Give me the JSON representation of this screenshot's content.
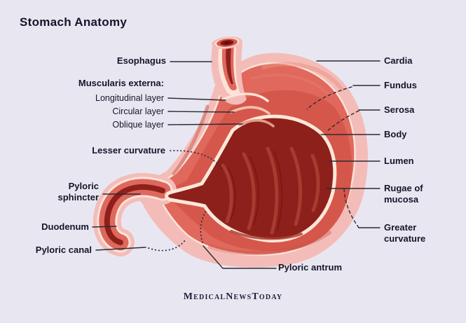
{
  "title": "Stomach Anatomy",
  "brand": "MedicalNewsToday",
  "labels": {
    "esophagus": "Esophagus",
    "muscularis_externa": "Muscularis externa:",
    "longitudinal_layer": "Longitudinal layer",
    "circular_layer": "Circular layer",
    "oblique_layer": "Oblique layer",
    "lesser_curvature": "Lesser curvature",
    "pyloric_sphincter": "Pyloric sphincter",
    "duodenum": "Duodenum",
    "pyloric_canal": "Pyloric canal",
    "cardia": "Cardia",
    "fundus": "Fundus",
    "serosa": "Serosa",
    "body": "Body",
    "lumen": "Lumen",
    "rugae_of_mucosa": "Rugae of mucosa",
    "greater_curvature": "Greater curvature",
    "pyloric_antrum": "Pyloric antrum"
  },
  "colors": {
    "background": "#e8e7f1",
    "text": "#15152a",
    "leader_line": "#2b2b33",
    "stomach_outer": "#f4bcb8",
    "cut_edge": "#fbe3d8",
    "stomach_muscle": "#df685c",
    "stomach_inner_wall": "#d5574b",
    "lumen": "#8d201b",
    "rugae": "#a83a30"
  }
}
